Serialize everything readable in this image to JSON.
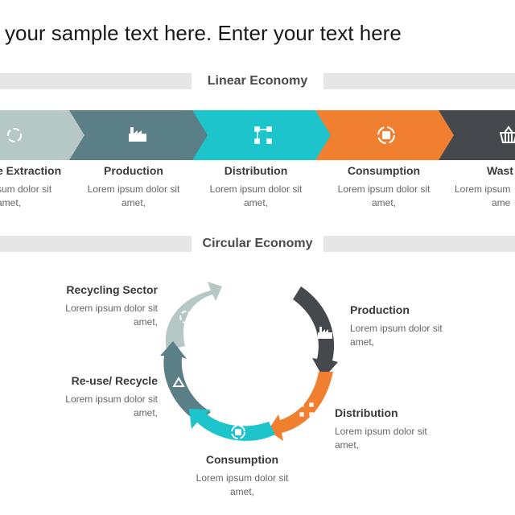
{
  "header": {
    "title": "your sample text here. Enter your text here"
  },
  "linear": {
    "label": "Linear Economy",
    "steps": [
      {
        "title": "e Extraction",
        "body_l1": "sum dolor sit",
        "body_l2": "amet,",
        "color": "#b5c8c6",
        "icon": "recycle-icon"
      },
      {
        "title": "Production",
        "body_l1": "Lorem ipsum dolor sit",
        "body_l2": "amet,",
        "color": "#5b7f86",
        "icon": "factory-icon"
      },
      {
        "title": "Distribution",
        "body_l1": "Lorem ipsum dolor sit",
        "body_l2": "amet,",
        "color": "#1dc4cc",
        "icon": "network-icon"
      },
      {
        "title": "Consumption",
        "body_l1": "Lorem ipsum dolor sit",
        "body_l2": "amet,",
        "color": "#f08030",
        "icon": "box-cycle-icon"
      },
      {
        "title": "Wast",
        "body_l1": "Lorem ipsum",
        "body_l2": "ame",
        "color": "#45494d",
        "icon": "basket-icon"
      }
    ]
  },
  "circular": {
    "label": "Circular Economy",
    "items": {
      "recycling": {
        "title": "Recycling Sector",
        "body_l1": "Lorem ipsum dolor sit",
        "body_l2": "amet,"
      },
      "reuse": {
        "title": "Re-use/ Recycle",
        "body_l1": "Lorem ipsum dolor sit",
        "body_l2": "amet,"
      },
      "production": {
        "title": "Production",
        "body_l1": "Lorem ipsum dolor sit",
        "body_l2": "amet,"
      },
      "distribution": {
        "title": "Distribution",
        "body_l1": "Lorem ipsum dolor sit",
        "body_l2": "amet,"
      },
      "consumption": {
        "title": "Consumption",
        "body_l1": "Lorem ipsum dolor sit",
        "body_l2": "amet,"
      }
    },
    "colors": {
      "recycling": "#b5c8c6",
      "reuse": "#5b7f86",
      "production": "#45494d",
      "distribution": "#f08030",
      "consumption": "#1dc4cc"
    }
  }
}
